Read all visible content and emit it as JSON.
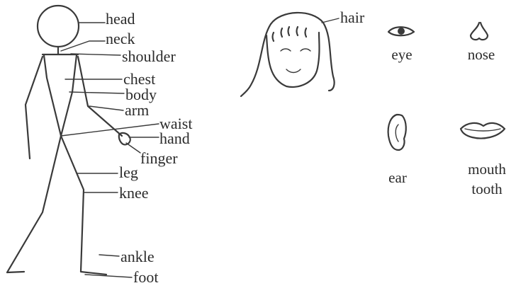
{
  "labels": {
    "head": "head",
    "neck": "neck",
    "shoulder": "shoulder",
    "chest": "chest",
    "body": "body",
    "arm": "arm",
    "waist": "waist",
    "hand": "hand",
    "finger": "finger",
    "leg": "leg",
    "knee": "knee",
    "ankle": "ankle",
    "foot": "foot",
    "hair": "hair",
    "eye": "eye",
    "nose": "nose",
    "ear": "ear",
    "mouth": "mouth",
    "tooth": "tooth"
  },
  "colors": {
    "ink": "#3a3a3a",
    "background": "#ffffff"
  }
}
